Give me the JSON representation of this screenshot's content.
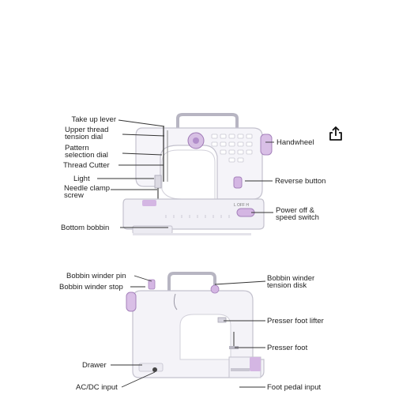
{
  "top_view": {
    "labels_left": [
      {
        "id": "take-up-lever",
        "text": "Take up lever"
      },
      {
        "id": "upper-thread-tension-dial",
        "text": "Upper thread\ntension dial"
      },
      {
        "id": "pattern-selection-dial",
        "text": "Pattern\nselection dial"
      },
      {
        "id": "thread-cutter",
        "text": "Thread Cutter"
      },
      {
        "id": "light",
        "text": "Light"
      },
      {
        "id": "needle-clamp-screw",
        "text": "Needle clamp\nscrew"
      },
      {
        "id": "bottom-bobbin",
        "text": "Bottom bobbin"
      }
    ],
    "labels_right": [
      {
        "id": "handwheel",
        "text": "Handwheel"
      },
      {
        "id": "reverse-button",
        "text": "Reverse button"
      },
      {
        "id": "power-off-speed-switch",
        "text": "Power off &\nspeed switch"
      }
    ],
    "switch_text": "L OFF H"
  },
  "bottom_view": {
    "labels_left": [
      {
        "id": "bobbin-winder-pin",
        "text": "Bobbin winder pin"
      },
      {
        "id": "bobbin-winder-stop",
        "text": "Bobbin winder stop"
      },
      {
        "id": "drawer",
        "text": "Drawer"
      },
      {
        "id": "ac-dc-input",
        "text": "AC/DC input"
      }
    ],
    "labels_right": [
      {
        "id": "bobbin-winder-tension-disk",
        "text": "Bobbin winder\ntension disk"
      },
      {
        "id": "presser-foot-lifter",
        "text": "Presser foot lifter"
      },
      {
        "id": "presser-foot",
        "text": "Presser foot"
      },
      {
        "id": "foot-pedal-input",
        "text": "Foot pedal input"
      }
    ]
  },
  "colors": {
    "body": "#f4f3f8",
    "outline": "#bdbbc8",
    "accent": "#c9a6d8",
    "accent_dark": "#9e78b5",
    "text": "#222222"
  },
  "icons": {
    "share": "share-icon"
  }
}
